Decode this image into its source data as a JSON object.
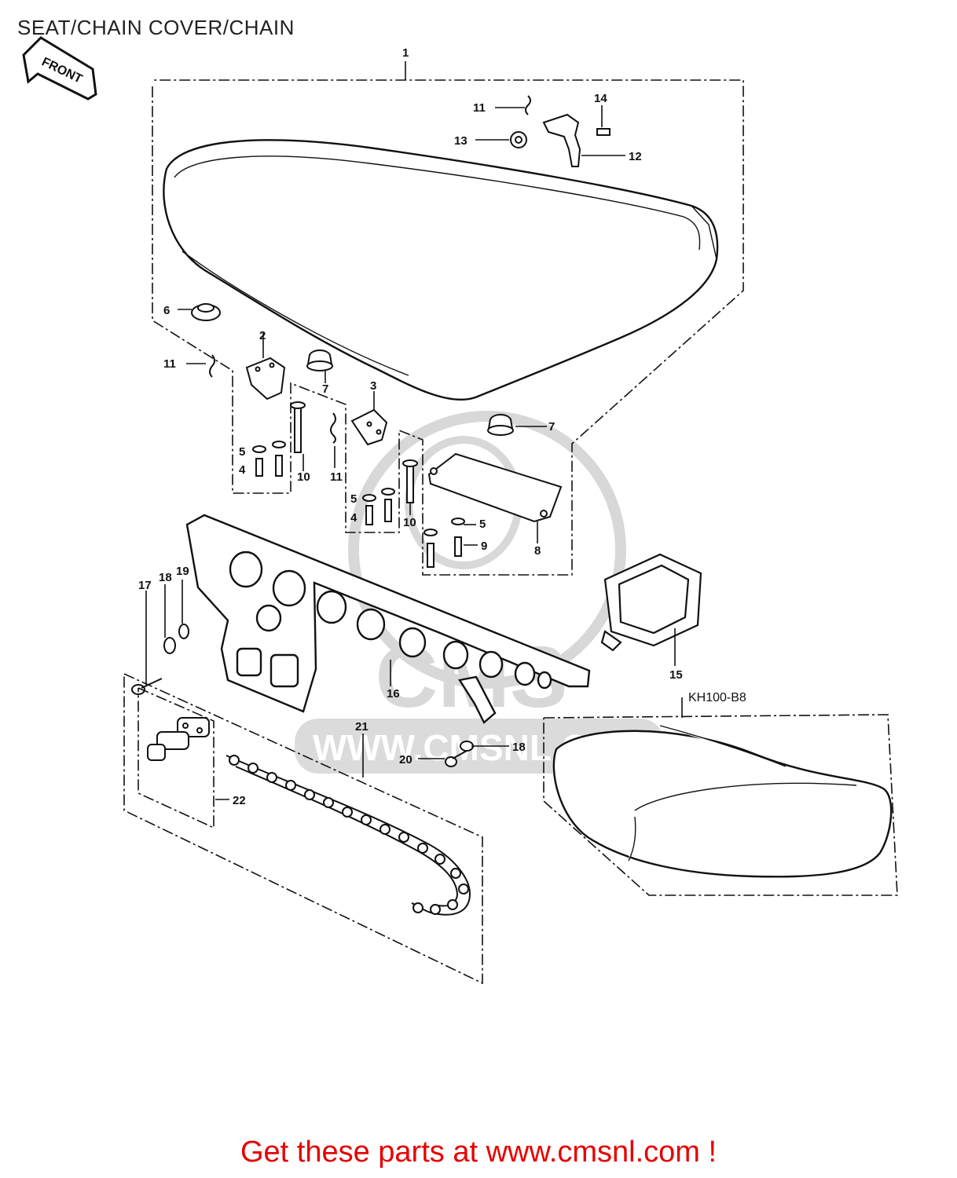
{
  "page": {
    "title": "SEAT/CHAIN COVER/CHAIN",
    "footer_cta": "Get these parts at www.cmsnl.com !"
  },
  "diagram": {
    "front_arrow": "FRONT",
    "variant_label": "KH100-B8",
    "watermark": {
      "text": "WWW.CMSNL.COM",
      "logo_text": "CMS"
    },
    "callouts": {
      "c1": "1",
      "c2": "2",
      "c3": "3",
      "c4a": "4",
      "c4b": "4",
      "c5a": "5",
      "c5b": "5",
      "c5c": "5",
      "c6": "6",
      "c7a": "7",
      "c7b": "7",
      "c8": "8",
      "c9": "9",
      "c10a": "10",
      "c10b": "10",
      "c11a": "11",
      "c11b": "11",
      "c11c": "11",
      "c12": "12",
      "c13": "13",
      "c14": "14",
      "c15": "15",
      "c16": "16",
      "c17": "17",
      "c18a": "18",
      "c18b": "18",
      "c19": "19",
      "c20": "20",
      "c21": "21",
      "c22": "22"
    },
    "colors": {
      "line": "#111111",
      "watermark": "#cfcfcf",
      "cta": "#e60000"
    }
  }
}
